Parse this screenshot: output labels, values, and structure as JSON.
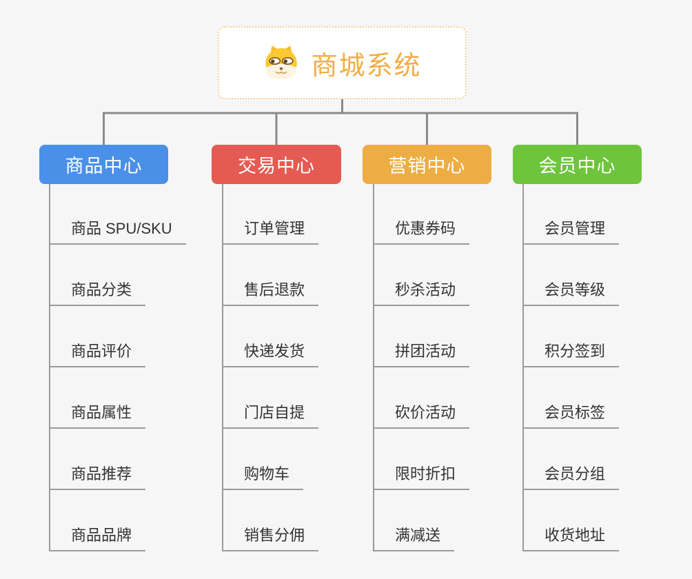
{
  "page": {
    "background_color": "#f6f6f6",
    "connector_color": "#8a8a8a",
    "leaf_line_color": "#9a9a9a"
  },
  "root": {
    "title": "商城系统",
    "title_color": "#f1ad45",
    "border_color": "#f6cf90",
    "icon": "doge-icon"
  },
  "branches": [
    {
      "label": "商品中心",
      "color": "#4a90e9",
      "children": [
        "商品 SPU/SKU",
        "商品分类",
        "商品评价",
        "商品属性",
        "商品推荐",
        "商品品牌"
      ]
    },
    {
      "label": "交易中心",
      "color": "#e55a52",
      "children": [
        "订单管理",
        "售后退款",
        "快递发货",
        "门店自提",
        "购物车",
        "销售分佣"
      ]
    },
    {
      "label": "营销中心",
      "color": "#edad43",
      "children": [
        "优惠券码",
        "秒杀活动",
        "拼团活动",
        "砍价活动",
        "限时折扣",
        "满减送"
      ]
    },
    {
      "label": "会员中心",
      "color": "#6ec43c",
      "children": [
        "会员管理",
        "会员等级",
        "积分签到",
        "会员标签",
        "会员分组",
        "收货地址"
      ]
    }
  ]
}
